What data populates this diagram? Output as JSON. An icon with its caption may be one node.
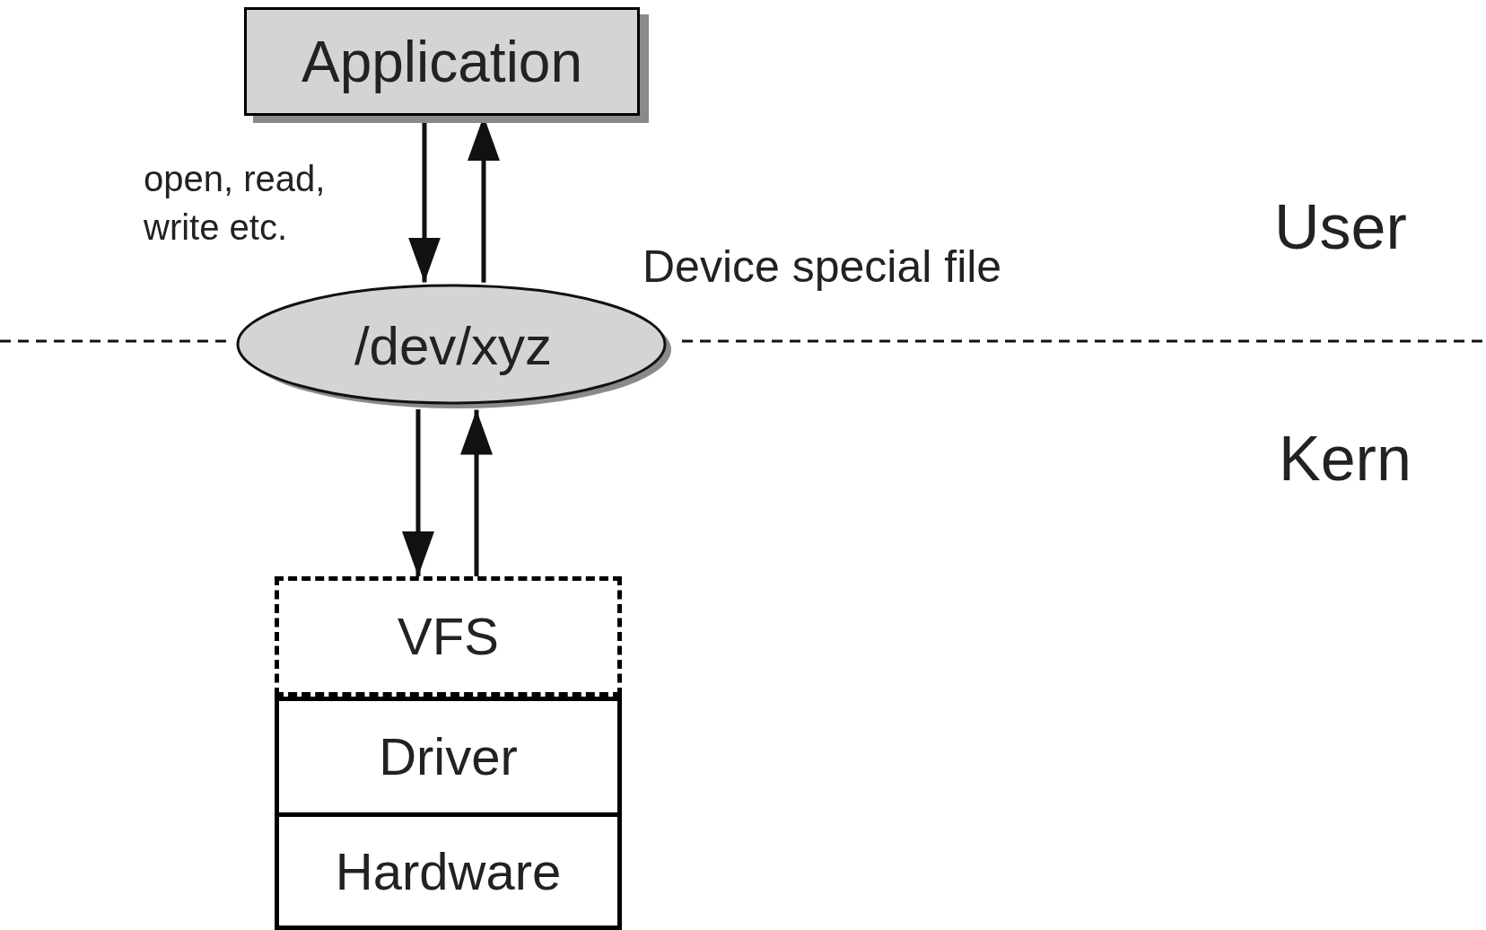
{
  "diagram": {
    "nodes": [
      {
        "text": [
          "Application"
        ]
      },
      {
        "text": [
          "/dev/xyz"
        ],
        "beside": [
          "Device special file"
        ]
      },
      {
        "text": [
          "VFS"
        ]
      },
      {
        "text": [
          "Driver"
        ]
      },
      {
        "text": [
          "Hardware"
        ]
      }
    ],
    "edges": [
      {
        "from": 0,
        "to": 1,
        "arrow": "to",
        "label": "open, read, write etc."
      },
      {
        "from": 1,
        "to": 0,
        "arrow": "to"
      },
      {
        "from": 1,
        "to": 2,
        "arrow": "to"
      },
      {
        "from": 2,
        "to": 1,
        "arrow": "to"
      }
    ],
    "labels": [
      "User",
      "Kern"
    ]
  }
}
